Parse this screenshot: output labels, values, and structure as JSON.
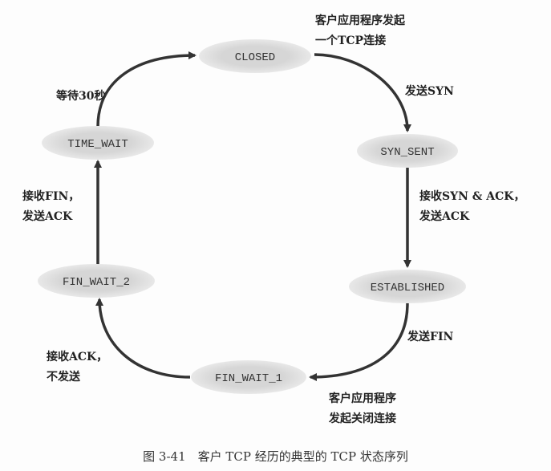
{
  "states": {
    "closed": "CLOSED",
    "syn_sent": "SYN_SENT",
    "established": "ESTABLISHED",
    "fin_wait_1": "FIN_WAIT_1",
    "fin_wait_2": "FIN_WAIT_2",
    "time_wait": "TIME_WAIT"
  },
  "transitions": {
    "closed_to_syn_sent_trigger": [
      "客户应用程序发起",
      "一个TCP连接"
    ],
    "closed_to_syn_sent_action": "发送SYN",
    "syn_sent_to_established": [
      "接收SYN & ACK，",
      "发送ACK"
    ],
    "established_to_fin_wait_1_action": "发送FIN",
    "established_to_fin_wait_1_trigger": [
      "客户应用程序",
      "发起关闭连接"
    ],
    "fin_wait_1_to_fin_wait_2": [
      "接收ACK，",
      "不发送"
    ],
    "fin_wait_2_to_time_wait": [
      "接收FIN，",
      "发送ACK"
    ],
    "time_wait_to_closed": "等待30秒"
  },
  "caption": "图 3-41　客户 TCP 经历的典型的 TCP 状态序列",
  "colors": {
    "node_fill": "#d9d9d9",
    "arrow": "#333333"
  }
}
